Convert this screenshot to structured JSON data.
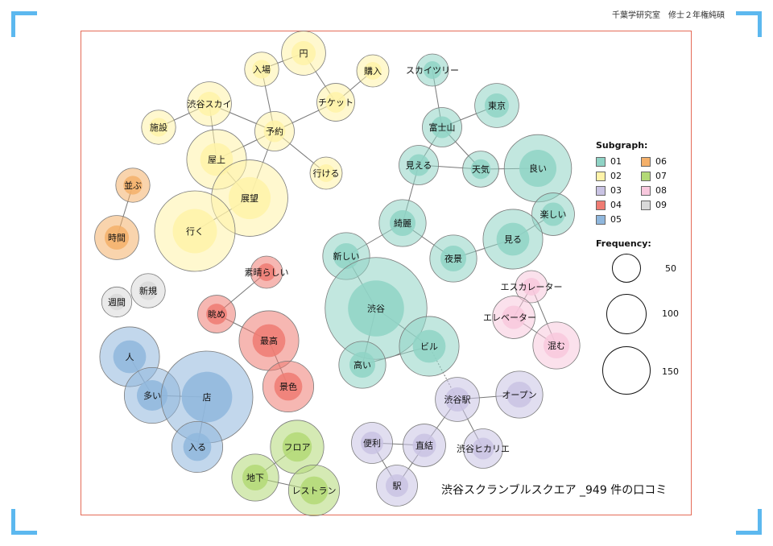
{
  "header": {
    "text": "千葉学研究室　修士２年権純碩"
  },
  "caption": "渋谷スクランブルスクエア _949 件の口コミ",
  "legend": {
    "subgraph_title": "Subgraph:",
    "frequency_title": "Frequency:",
    "subgraphs": [
      {
        "label": "01",
        "color": "#8fd3c5"
      },
      {
        "label": "02",
        "color": "#fff3a8"
      },
      {
        "label": "03",
        "color": "#c9c3e3"
      },
      {
        "label": "04",
        "color": "#ef7b72"
      },
      {
        "label": "05",
        "color": "#8fb7dd"
      },
      {
        "label": "06",
        "color": "#f4b06a"
      },
      {
        "label": "07",
        "color": "#b3d976"
      },
      {
        "label": "08",
        "color": "#f8c8dd"
      },
      {
        "label": "09",
        "color": "#d9d9d9"
      }
    ],
    "frequencies": [
      {
        "label": "50",
        "value": 50
      },
      {
        "label": "100",
        "value": 100
      },
      {
        "label": "150",
        "value": 150
      }
    ]
  },
  "nodes": [
    {
      "id": "en",
      "label": "円",
      "group": "02",
      "freq": 30
    },
    {
      "id": "nyujo",
      "label": "入場",
      "group": "02",
      "freq": 18
    },
    {
      "id": "konyu",
      "label": "購入",
      "group": "02",
      "freq": 16
    },
    {
      "id": "chiketto",
      "label": "チケット",
      "group": "02",
      "freq": 22
    },
    {
      "id": "shibuyasky",
      "label": "渋谷スカイ",
      "group": "02",
      "freq": 30
    },
    {
      "id": "yoyaku",
      "label": "予約",
      "group": "02",
      "freq": 24
    },
    {
      "id": "shisetsu",
      "label": "施設",
      "group": "02",
      "freq": 18
    },
    {
      "id": "okujo",
      "label": "屋上",
      "group": "02",
      "freq": 55
    },
    {
      "id": "ikeru",
      "label": "行ける",
      "group": "02",
      "freq": 16
    },
    {
      "id": "tenbo",
      "label": "展望",
      "group": "02",
      "freq": 90
    },
    {
      "id": "iku",
      "label": "行く",
      "group": "02",
      "freq": 100
    },
    {
      "id": "narabu",
      "label": "並ぶ",
      "group": "06",
      "freq": 18
    },
    {
      "id": "jikan",
      "label": "時間",
      "group": "06",
      "freq": 30
    },
    {
      "id": "skytree",
      "label": "スカイツリー",
      "group": "01",
      "freq": 16
    },
    {
      "id": "tokyo",
      "label": "東京",
      "group": "01",
      "freq": 30
    },
    {
      "id": "fujisan",
      "label": "富士山",
      "group": "01",
      "freq": 24
    },
    {
      "id": "mieru",
      "label": "見える",
      "group": "01",
      "freq": 24
    },
    {
      "id": "tenki",
      "label": "天気",
      "group": "01",
      "freq": 20
    },
    {
      "id": "yoi",
      "label": "良い",
      "group": "01",
      "freq": 70
    },
    {
      "id": "tanoshii",
      "label": "楽しい",
      "group": "01",
      "freq": 28
    },
    {
      "id": "kirei",
      "label": "綺麗",
      "group": "01",
      "freq": 34
    },
    {
      "id": "miru",
      "label": "見る",
      "group": "01",
      "freq": 55
    },
    {
      "id": "yakei",
      "label": "夜景",
      "group": "01",
      "freq": 34
    },
    {
      "id": "atarashii",
      "label": "新しい",
      "group": "01",
      "freq": 34
    },
    {
      "id": "shibuya",
      "label": "渋谷",
      "group": "01",
      "freq": 160
    },
    {
      "id": "takai",
      "label": "高い",
      "group": "01",
      "freq": 34
    },
    {
      "id": "biru",
      "label": "ビル",
      "group": "01",
      "freq": 55
    },
    {
      "id": "shukan",
      "label": "週間",
      "group": "09",
      "freq": 14
    },
    {
      "id": "shinki",
      "label": "新規",
      "group": "09",
      "freq": 18
    },
    {
      "id": "subarashii",
      "label": "素晴らしい",
      "group": "04",
      "freq": 16
    },
    {
      "id": "nagame",
      "label": "眺め",
      "group": "04",
      "freq": 22
    },
    {
      "id": "saiko",
      "label": "最高",
      "group": "04",
      "freq": 55
    },
    {
      "id": "keshiki",
      "label": "景色",
      "group": "04",
      "freq": 40
    },
    {
      "id": "escalator",
      "label": "エスカレーター",
      "group": "08",
      "freq": 16
    },
    {
      "id": "elevator",
      "label": "エレベーター",
      "group": "08",
      "freq": 28
    },
    {
      "id": "komu",
      "label": "混む",
      "group": "08",
      "freq": 34
    },
    {
      "id": "hito",
      "label": "人",
      "group": "05",
      "freq": 55
    },
    {
      "id": "oi",
      "label": "多い",
      "group": "05",
      "freq": 48
    },
    {
      "id": "mise",
      "label": "店",
      "group": "05",
      "freq": 130
    },
    {
      "id": "hairu",
      "label": "入る",
      "group": "05",
      "freq": 40
    },
    {
      "id": "shibuyaeki",
      "label": "渋谷駅",
      "group": "03",
      "freq": 30
    },
    {
      "id": "open",
      "label": "オープン",
      "group": "03",
      "freq": 34
    },
    {
      "id": "benri",
      "label": "便利",
      "group": "03",
      "freq": 26
    },
    {
      "id": "chokketsu",
      "label": "直結",
      "group": "03",
      "freq": 28
    },
    {
      "id": "hikarie",
      "label": "渋谷ヒカリエ",
      "group": "03",
      "freq": 24
    },
    {
      "id": "eki",
      "label": "駅",
      "group": "03",
      "freq": 26
    },
    {
      "id": "floor",
      "label": "フロア",
      "group": "07",
      "freq": 44
    },
    {
      "id": "chika",
      "label": "地下",
      "group": "07",
      "freq": 34
    },
    {
      "id": "restaurant",
      "label": "レストラン",
      "group": "07",
      "freq": 40
    }
  ],
  "edges": [
    {
      "source": "nyujo",
      "target": "en"
    },
    {
      "source": "nyujo",
      "target": "yoyaku"
    },
    {
      "source": "en",
      "target": "chiketto"
    },
    {
      "source": "konyu",
      "target": "chiketto"
    },
    {
      "source": "chiketto",
      "target": "yoyaku"
    },
    {
      "source": "shibuyasky",
      "target": "yoyaku"
    },
    {
      "source": "shibuyasky",
      "target": "shisetsu"
    },
    {
      "source": "shibuyasky",
      "target": "okujo"
    },
    {
      "source": "okujo",
      "target": "yoyaku"
    },
    {
      "source": "okujo",
      "target": "tenbo"
    },
    {
      "source": "tenbo",
      "target": "yoyaku"
    },
    {
      "source": "yoyaku",
      "target": "ikeru"
    },
    {
      "source": "tenbo",
      "target": "iku"
    },
    {
      "source": "narabu",
      "target": "jikan"
    },
    {
      "source": "skytree",
      "target": "fujisan"
    },
    {
      "source": "fujisan",
      "target": "tokyo"
    },
    {
      "source": "fujisan",
      "target": "mieru"
    },
    {
      "source": "fujisan",
      "target": "tenki"
    },
    {
      "source": "mieru",
      "target": "tenki"
    },
    {
      "source": "tenki",
      "target": "yoi"
    },
    {
      "source": "mieru",
      "target": "kirei"
    },
    {
      "source": "kirei",
      "target": "atarashii"
    },
    {
      "source": "kirei",
      "target": "yakei"
    },
    {
      "source": "yakei",
      "target": "miru"
    },
    {
      "source": "miru",
      "target": "tanoshii"
    },
    {
      "source": "atarashii",
      "target": "shibuya"
    },
    {
      "source": "shibuya",
      "target": "takai"
    },
    {
      "source": "shibuya",
      "target": "biru"
    },
    {
      "source": "takai",
      "target": "biru"
    },
    {
      "source": "biru",
      "target": "shibuyaeki",
      "dashed": true
    },
    {
      "source": "subarashii",
      "target": "nagame"
    },
    {
      "source": "nagame",
      "target": "saiko"
    },
    {
      "source": "saiko",
      "target": "keshiki"
    },
    {
      "source": "escalator",
      "target": "elevator"
    },
    {
      "source": "escalator",
      "target": "komu"
    },
    {
      "source": "elevator",
      "target": "komu"
    },
    {
      "source": "hito",
      "target": "oi"
    },
    {
      "source": "oi",
      "target": "mise"
    },
    {
      "source": "mise",
      "target": "hairu"
    },
    {
      "source": "shibuyaeki",
      "target": "open"
    },
    {
      "source": "shibuyaeki",
      "target": "chokketsu"
    },
    {
      "source": "shibuyaeki",
      "target": "hikarie"
    },
    {
      "source": "benri",
      "target": "chokketsu"
    },
    {
      "source": "benri",
      "target": "eki"
    },
    {
      "source": "chokketsu",
      "target": "eki"
    },
    {
      "source": "floor",
      "target": "chika"
    },
    {
      "source": "chika",
      "target": "restaurant"
    }
  ]
}
